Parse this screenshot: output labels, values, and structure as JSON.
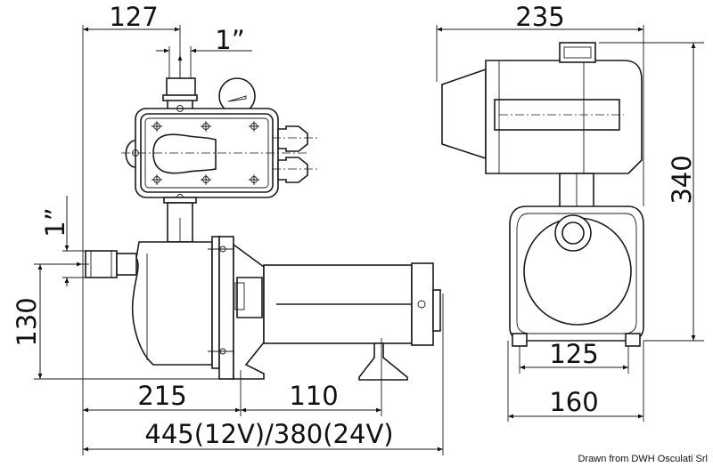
{
  "side_view": {
    "dim_top_width": "127",
    "dim_outlet_thread": "1”",
    "dim_inlet_thread": "1”",
    "dim_inlet_height": "130",
    "dim_body_length": "215",
    "dim_foot_distance": "110",
    "dim_total_length": "445(12V)/380(24V)"
  },
  "end_view": {
    "dim_width": "235",
    "dim_height": "340",
    "dim_feet_spacing": "125",
    "dim_base_width": "160"
  },
  "credit": "Drawn from DWH Osculati Srl"
}
